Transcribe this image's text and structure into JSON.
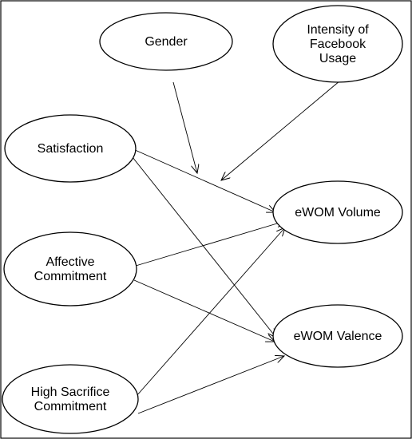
{
  "diagram": {
    "nodes": [
      {
        "id": "gender",
        "lines": [
          "Gender"
        ]
      },
      {
        "id": "intensity",
        "lines": [
          "Intensity of",
          "Facebook",
          "Usage"
        ]
      },
      {
        "id": "satisfaction",
        "lines": [
          "Satisfaction"
        ]
      },
      {
        "id": "affective",
        "lines": [
          "Affective",
          "Commitment"
        ]
      },
      {
        "id": "high-sacrifice",
        "lines": [
          "High Sacrifice",
          "Commitment"
        ]
      },
      {
        "id": "ewom-volume",
        "lines": [
          "eWOM Volume"
        ]
      },
      {
        "id": "ewom-valence",
        "lines": [
          "eWOM Valence"
        ]
      }
    ],
    "edges": [
      {
        "from": "gender",
        "to": "ewom-volume",
        "type": "moderation"
      },
      {
        "from": "intensity",
        "to": "ewom-volume",
        "type": "moderation"
      },
      {
        "from": "satisfaction",
        "to": "ewom-volume"
      },
      {
        "from": "satisfaction",
        "to": "ewom-valence"
      },
      {
        "from": "affective",
        "to": "ewom-volume"
      },
      {
        "from": "affective",
        "to": "ewom-valence"
      },
      {
        "from": "high-sacrifice",
        "to": "ewom-volume"
      },
      {
        "from": "high-sacrifice",
        "to": "ewom-valence"
      }
    ],
    "colors": {
      "stroke": "#000000",
      "fill": "#ffffff"
    }
  }
}
